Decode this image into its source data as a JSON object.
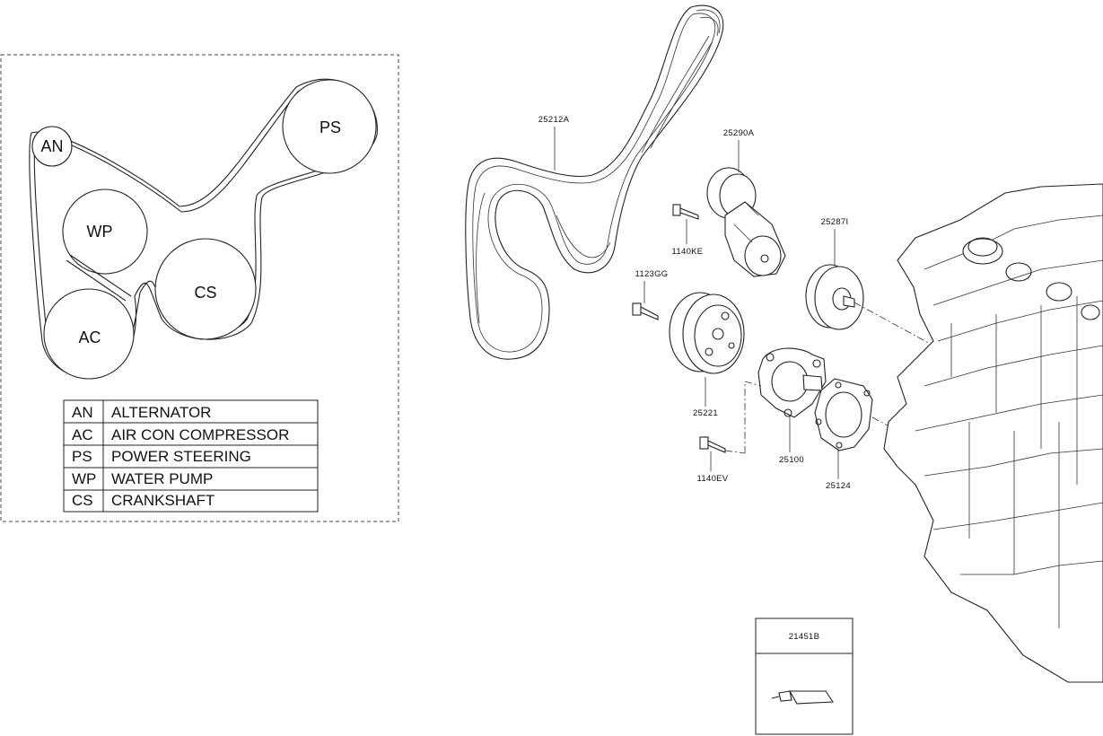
{
  "pulleys": [
    {
      "code": "AN"
    },
    {
      "code": "WP"
    },
    {
      "code": "PS"
    },
    {
      "code": "CS"
    },
    {
      "code": "AC"
    }
  ],
  "legend": [
    {
      "code": "AN",
      "name": "ALTERNATOR"
    },
    {
      "code": "AC",
      "name": "AIR CON COMPRESSOR"
    },
    {
      "code": "PS",
      "name": "POWER STEERING"
    },
    {
      "code": "WP",
      "name": "WATER PUMP"
    },
    {
      "code": "CS",
      "name": "CRANKSHAFT"
    }
  ],
  "parts": [
    {
      "number": "25212A"
    },
    {
      "number": "25290A"
    },
    {
      "number": "25287I"
    },
    {
      "number": "1140KE"
    },
    {
      "number": "1123GG"
    },
    {
      "number": "25221"
    },
    {
      "number": "1140EV"
    },
    {
      "number": "25100"
    },
    {
      "number": "25124"
    }
  ],
  "sealant_box": {
    "number": "21451B"
  }
}
